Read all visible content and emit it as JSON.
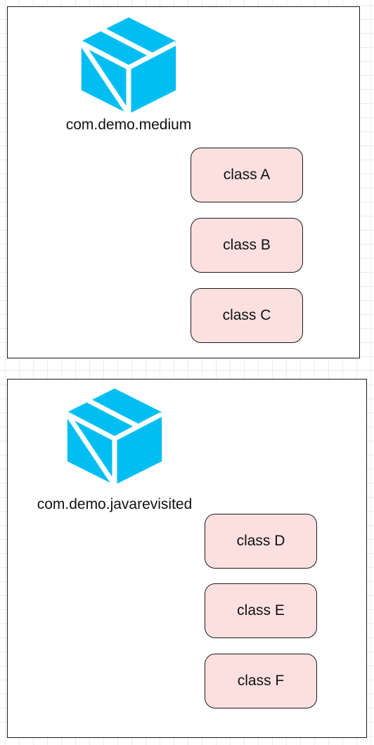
{
  "colors": {
    "package_icon": "#00bef2",
    "class_fill": "#fce0e0",
    "border": "#1a1a1a"
  },
  "packages": [
    {
      "icon": "package-box-icon",
      "name": "com.demo.medium",
      "classes": [
        "class A",
        "class B",
        "class C"
      ]
    },
    {
      "icon": "package-box-icon",
      "name": "com.demo.javarevisited",
      "classes": [
        "class D",
        "class E",
        "class F"
      ]
    }
  ]
}
